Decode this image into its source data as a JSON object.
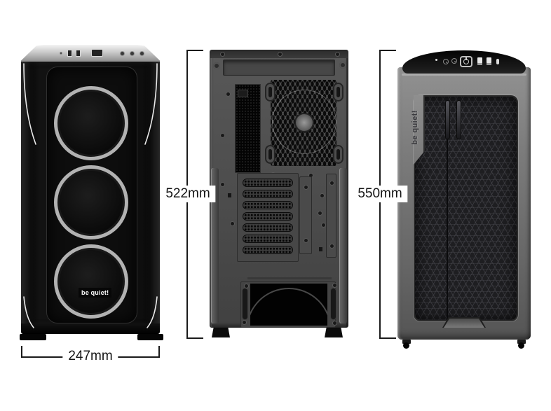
{
  "view": "pc-case-dimension-diagram",
  "background": "#ffffff",
  "dimension_labels": {
    "front_width": "247mm",
    "rear_height": "522mm",
    "front_height": "550mm"
  },
  "front_case": {
    "view_name": "front view with tempered glass and three fans",
    "brand_label": "be quiet!",
    "fan_count": 3,
    "io_icons": [
      "led",
      "usb-port",
      "usb-port",
      "main-port",
      "audio-jack",
      "audio-jack",
      "audio-jack"
    ]
  },
  "rear_case": {
    "view_name": "rear view",
    "pci_slot_count": 7,
    "features": [
      "top-vent-slot",
      "io-shield-cutout",
      "hex-fan-grille",
      "fan-mount-slots",
      "psu-cutout",
      "case-feet"
    ]
  },
  "angled_case": {
    "view_name": "front view with mesh panel",
    "brand_label_vertical": "be quiet!",
    "io_icons": [
      "led",
      "audio-jack",
      "audio-jack",
      "power-button",
      "usb-a",
      "usb-a",
      "usb-c"
    ]
  },
  "colors": {
    "dimension_line": "#1a1a1a",
    "front_case_body": "#0e0e0e",
    "front_case_top_band": "#c9c9c9",
    "fan_ring_silver": "#b2b2b2",
    "rear_case_body": "#4c4c4c",
    "angled_case_frame": "#7c7c7c",
    "mesh_panel": "#1e1e21"
  }
}
